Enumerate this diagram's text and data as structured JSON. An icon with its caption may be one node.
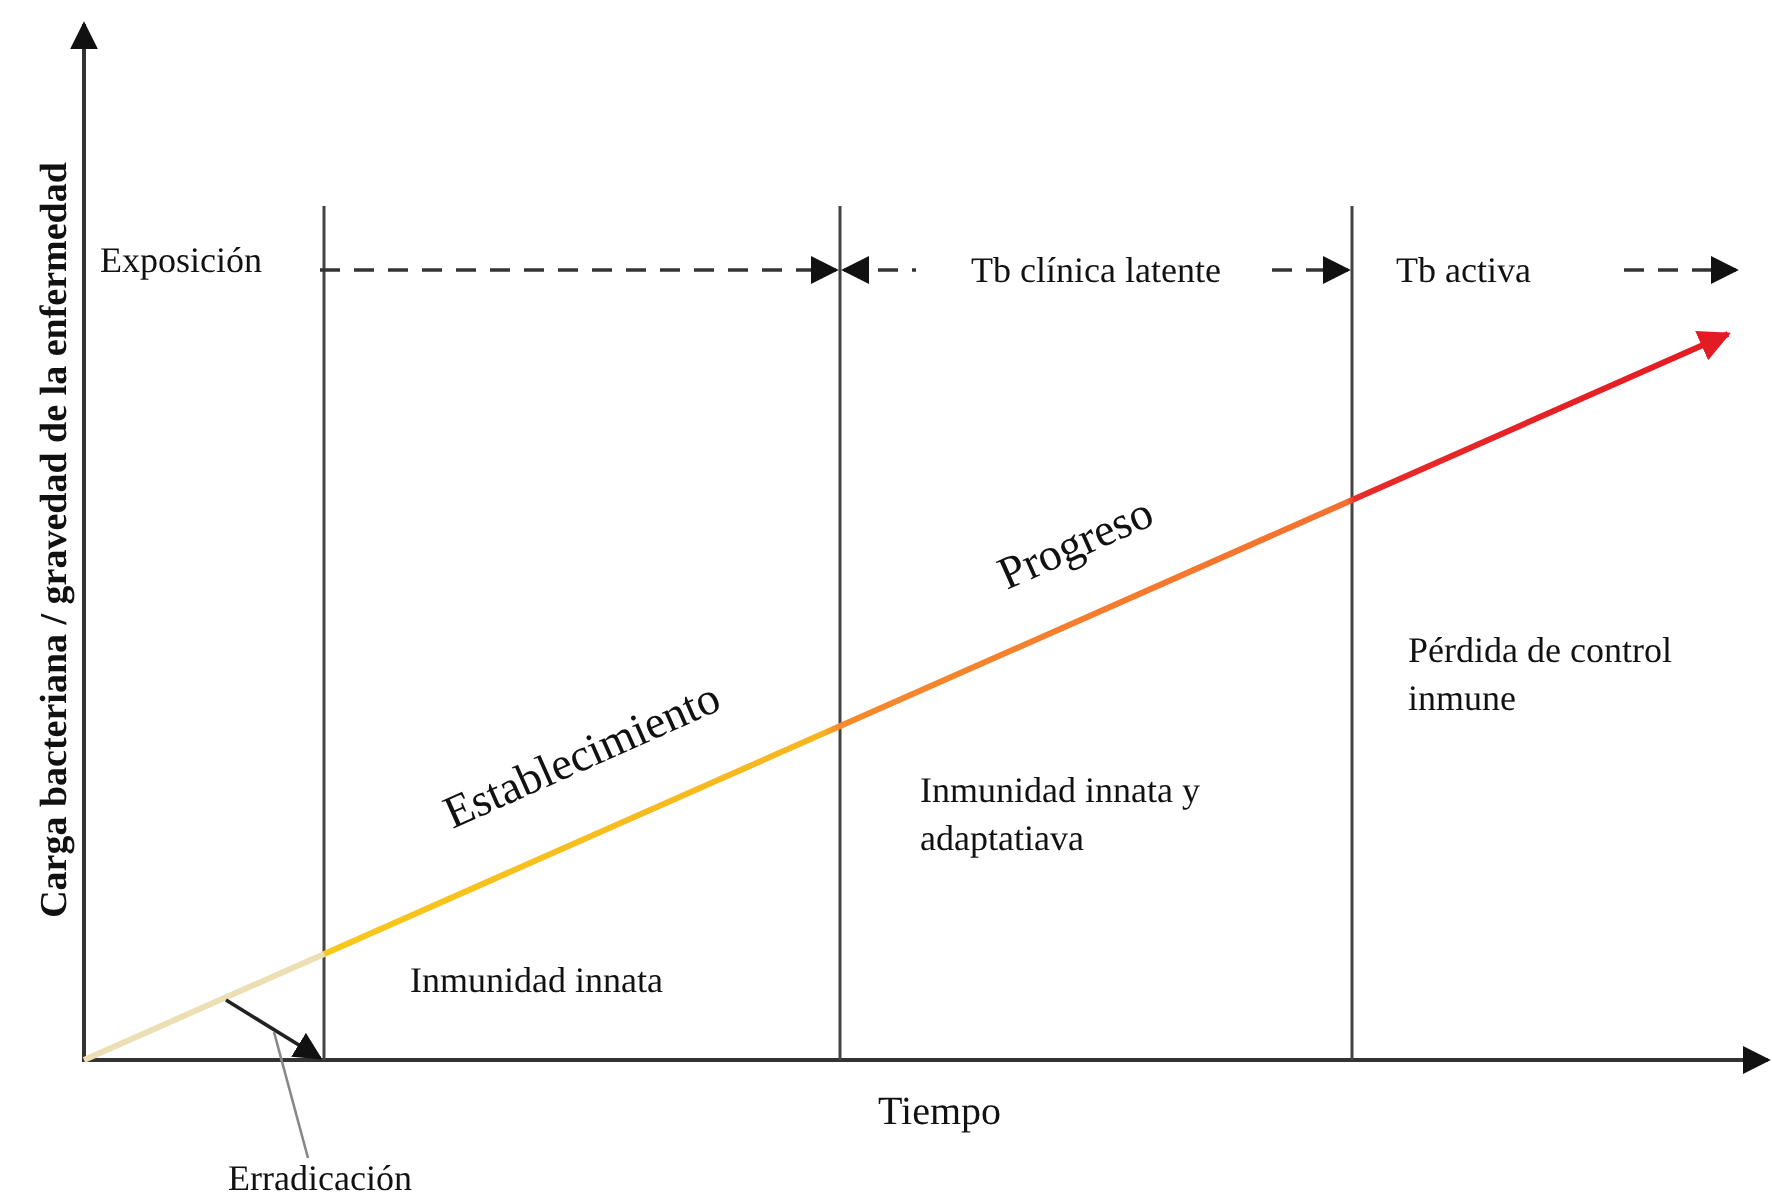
{
  "diagram": {
    "nodes": [
      {
        "text": [
          "Erradicación"
        ]
      },
      {
        "text": [],
        "shape": "arrow"
      }
    ],
    "edges": [
      {
        "from": 0,
        "to": 1,
        "arrow": "none"
      }
    ],
    "labels": [
      "Carga bacteriana / gravedad de la enfermedad",
      "Exposición",
      "Tb clínica latente",
      "Tb activa",
      "Progreso",
      "Pérdida de control inmune",
      "Establecimiento",
      "Inmunidad innata y adaptatiava",
      "Inmunidad innata",
      "Tiempo"
    ]
  }
}
